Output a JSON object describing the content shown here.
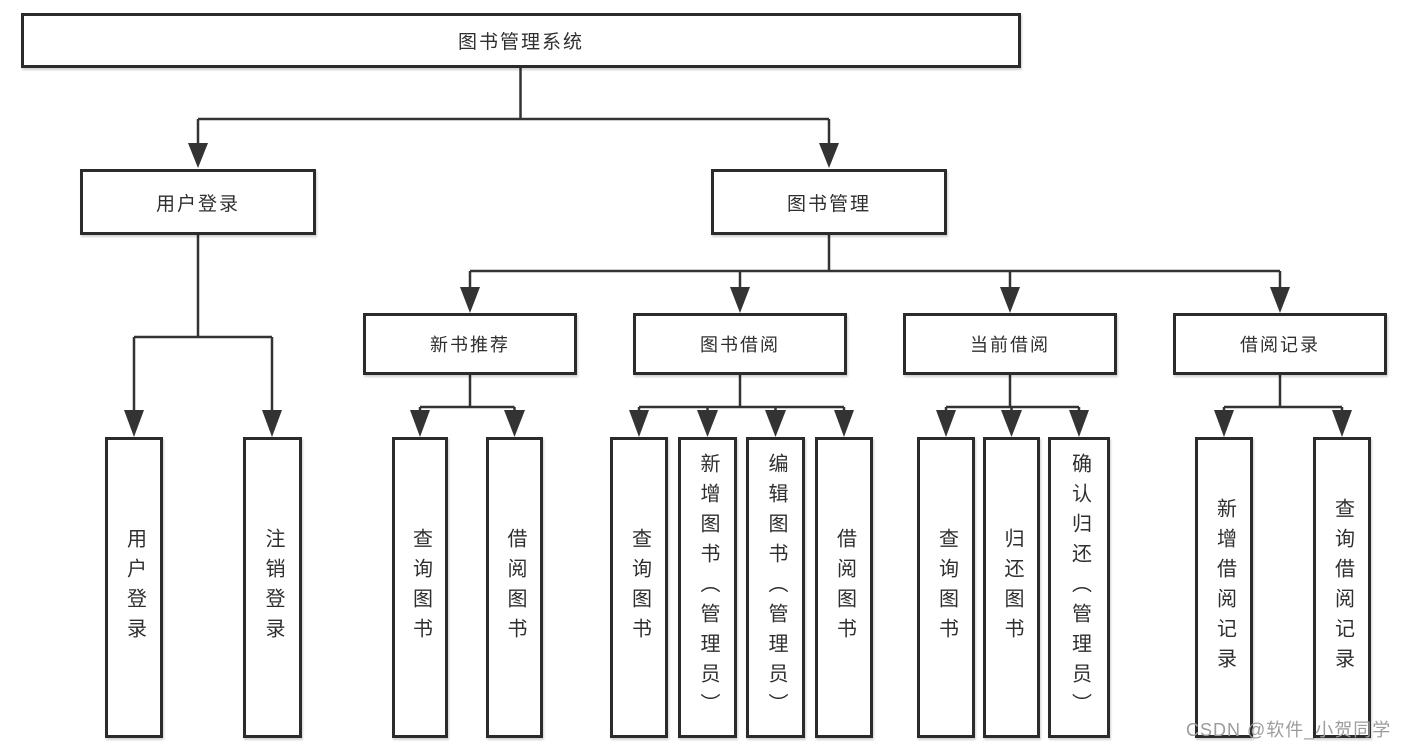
{
  "diagram": {
    "title": "图书管理系统",
    "branches": [
      {
        "label": "用户登录",
        "children": [
          {
            "label": "用户登录"
          },
          {
            "label": "注销登录"
          }
        ]
      },
      {
        "label": "图书管理",
        "children": [
          {
            "label": "新书推荐",
            "children": [
              {
                "label": "查询图书"
              },
              {
                "label": "借阅图书"
              }
            ]
          },
          {
            "label": "图书借阅",
            "children": [
              {
                "label": "查询图书"
              },
              {
                "label": "新增图书（管理员）"
              },
              {
                "label": "编辑图书（管理员）"
              },
              {
                "label": "借阅图书"
              }
            ]
          },
          {
            "label": "当前借阅",
            "children": [
              {
                "label": "查询图书"
              },
              {
                "label": "归还图书"
              },
              {
                "label": "确认归还（管理员）"
              }
            ]
          },
          {
            "label": "借阅记录",
            "children": [
              {
                "label": "新增借阅记录"
              },
              {
                "label": "查询借阅记录"
              }
            ]
          }
        ]
      }
    ],
    "colors": {
      "line": "#333333",
      "text": "#2f2f2f",
      "border": "#2b2b2b",
      "background": "#ffffff"
    }
  },
  "watermark": {
    "text": "CSDN @软件_小贺同学",
    "color": "#9c9c9c"
  }
}
